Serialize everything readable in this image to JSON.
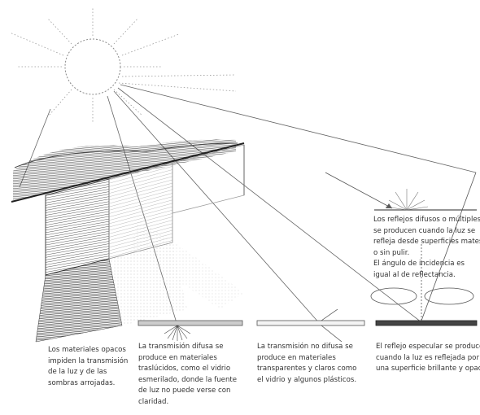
{
  "captions": {
    "opaque": [
      "Los materiales opacos",
      "impiden la transmisión",
      "de la luz y de las",
      "sombras arrojadas."
    ],
    "diffuse_transmission": [
      "La transmisión difusa se",
      "produce en materiales",
      "traslúcidos, como el vidrio",
      "esmerilado, donde la fuente",
      "de luz no puede verse con",
      "claridad."
    ],
    "non_diffuse_transmission": [
      "La transmisión no difusa se",
      "produce en materiales",
      "transparentes y claros como",
      "el vidrio y algunos plásticos."
    ],
    "specular_reflection": [
      "El reflejo especular se produce",
      "cuando la luz es reflejada por",
      "una superficie brillante y opaca."
    ],
    "diffuse_reflection": [
      "Los reflejos difusos o múltiples",
      "se producen cuando la luz se",
      "refleja desde superficies mates",
      "o sin pulir.",
      "El ángulo de incidencia es",
      "igual al de reflectancia."
    ]
  }
}
